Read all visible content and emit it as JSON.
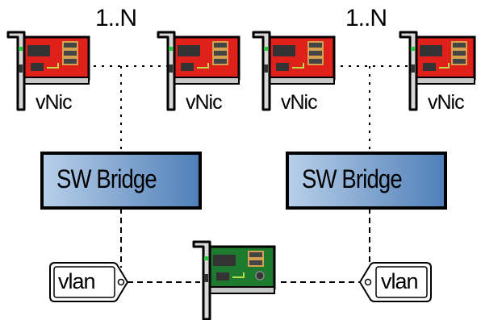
{
  "labels": {
    "cardinality_left": "1..N",
    "cardinality_right": "1..N"
  },
  "nics": [
    {
      "label": "vNic",
      "color": "#e0201a"
    },
    {
      "label": "vNic",
      "color": "#e0201a"
    },
    {
      "label": "vNic",
      "color": "#e0201a"
    },
    {
      "label": "vNic",
      "color": "#e0201a"
    }
  ],
  "physical_nic": {
    "color": "#1e7a2e"
  },
  "bridges": [
    {
      "label": "SW Bridge"
    },
    {
      "label": "SW Bridge"
    }
  ],
  "vlans": [
    {
      "label": "vlan"
    },
    {
      "label": "vlan"
    }
  ],
  "colors": {
    "bridge_fill_left": "#b9d0ea",
    "bridge_fill_right": "#4f7fb8",
    "bridge_border": "#000000",
    "vnic_board": "#e0201a",
    "pnic_board": "#1e7a2e",
    "connector_line": "#000000"
  },
  "icons": {
    "vnic": "network-card-icon",
    "physical_nic": "network-card-icon",
    "vlan": "tag-icon"
  }
}
